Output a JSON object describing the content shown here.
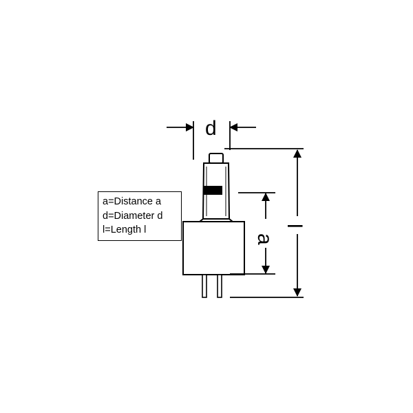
{
  "legend": {
    "lines": [
      "a=Distance a",
      "d=Diameter d",
      "l=Length l"
    ]
  },
  "dimension_labels": {
    "diameter": "d",
    "distance": "a",
    "length": "l"
  }
}
